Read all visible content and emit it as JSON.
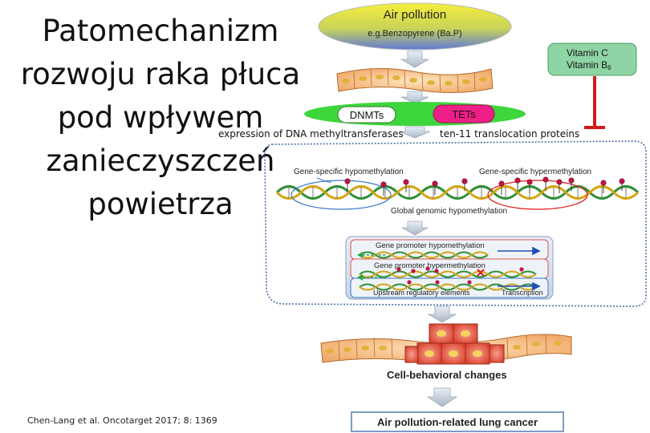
{
  "title": {
    "line1": "Patomechanizm",
    "line2": "rozwoju raka płuca",
    "line3": "pod wpływem",
    "line4": "zanieczyszczeń",
    "line5": "powietrza"
  },
  "captions": {
    "dnmt_caption": "expression of DNA methyltransferases",
    "tet_caption": "ten-11 translocation proteins"
  },
  "citation": "Chen-Lang et al. Oncotarget 2017; 8: 1369",
  "diagram": {
    "air_pollution_title": "Air pollution",
    "air_pollution_example": "e.g.Benzopyrene (Ba.P)",
    "vitamin_c": "Vitamin C",
    "vitamin_b": "Vitamin B",
    "vitamin_b_sub": "6",
    "dnmts": "DNMTs",
    "tets": "TETs",
    "gene_specific_hypo": "Gene-specific hypomethylation",
    "gene_specific_hyper": "Gene-specific hypermethylation",
    "global_hypo": "Global genomic hypomethylation",
    "promoter_hypo": "Gene promoter hypomethylation",
    "promoter_hyper": "Gene promoter hypermethylation",
    "upstream": "Upstream regulatory elements",
    "transcription": "Transcription",
    "cell_behavioral": "Cell-behavioral changes",
    "lung_cancer": "Air pollution-related lung cancer"
  },
  "colors": {
    "pollution_yellow": "#f2ea3c",
    "pollution_blue": "#6f7fd0",
    "dnmt_green": "#3dd63d",
    "tet_magenta": "#ee1f86",
    "inhibit_red": "#d11a1a",
    "vitamin_green": "#8fd4a4",
    "cell_fill": "#f6c28f",
    "tumor_red": "#e85a4a",
    "dotted_border": "#4a6fa5"
  }
}
